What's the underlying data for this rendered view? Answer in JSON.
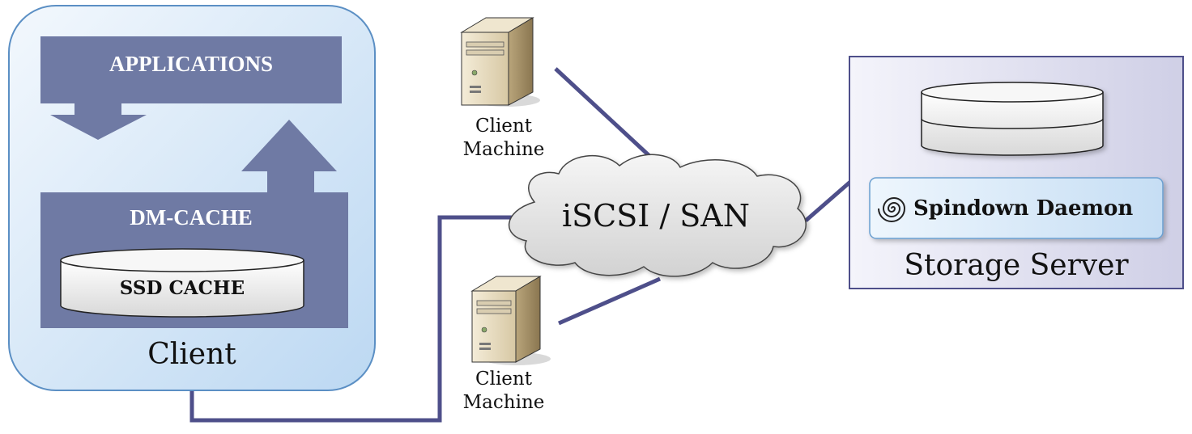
{
  "client": {
    "title": "Client",
    "applications_label": "APPLICATIONS",
    "dm_cache_label": "DM-CACHE",
    "ssd_cache_label": "SSD CACHE"
  },
  "network": {
    "label": "iSCSI / SAN"
  },
  "machines": [
    {
      "label_line1": "Client",
      "label_line2": "Machine"
    },
    {
      "label_line1": "Client",
      "label_line2": "Machine"
    }
  ],
  "storage_server": {
    "title": "Storage Server",
    "daemon_label": "Spindown Daemon"
  },
  "icons": [
    "server-tower-icon",
    "spiral-icon",
    "disk-icon",
    "cloud-icon"
  ],
  "colors": {
    "client_bg": "#cfe3f7",
    "client_border": "#5b8fc4",
    "block_fill": "#6f7aa4",
    "link_line": "#4e4f8a",
    "server_bg": "#d9d9ee",
    "server_border": "#4e4f8a",
    "daemon_bg": "#d5e8f8"
  }
}
